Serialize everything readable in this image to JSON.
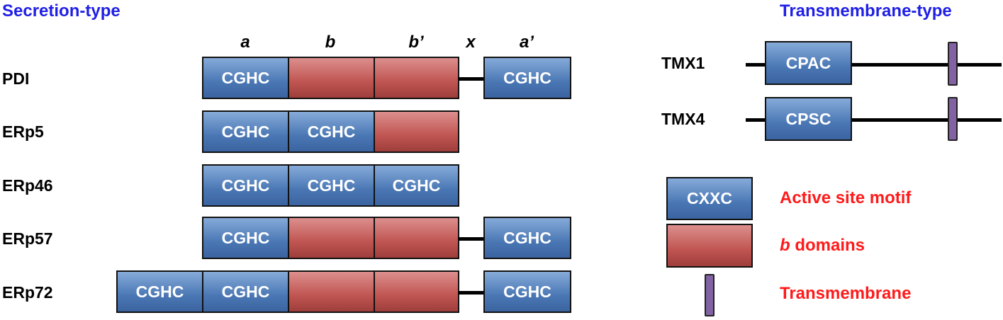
{
  "secretion": {
    "title": "Secretion-type",
    "columns": [
      "a",
      "b",
      "b’",
      "x",
      "a’"
    ],
    "proteins": [
      {
        "name": "PDI",
        "domains": [
          "CGHC",
          "",
          "",
          "CGHC"
        ]
      },
      {
        "name": "ERp5",
        "domains": [
          "CGHC",
          "CGHC",
          ""
        ]
      },
      {
        "name": "ERp46",
        "domains": [
          "CGHC",
          "CGHC",
          "CGHC"
        ]
      },
      {
        "name": "ERp57",
        "domains": [
          "CGHC",
          "",
          "",
          "CGHC"
        ]
      },
      {
        "name": "ERp72",
        "domains": [
          "CGHC",
          "CGHC",
          "",
          "",
          "CGHC"
        ]
      }
    ]
  },
  "transmembrane": {
    "title": "Transmembrane-type",
    "proteins": [
      {
        "name": "TMX1",
        "motif": "CPAC"
      },
      {
        "name": "TMX4",
        "motif": "CPSC"
      }
    ]
  },
  "legend": {
    "motif_box": "CXXC",
    "active_site": "Active site motif",
    "b_prefix": "b",
    "b_suffix": " domains",
    "transmembrane": "Transmembrane"
  },
  "colors": {
    "title": "#1f1fe6",
    "legend_text": "#ff1a1a",
    "active_domain": "#4a77b4",
    "b_domain": "#c05552",
    "tm": "#8262a2"
  }
}
